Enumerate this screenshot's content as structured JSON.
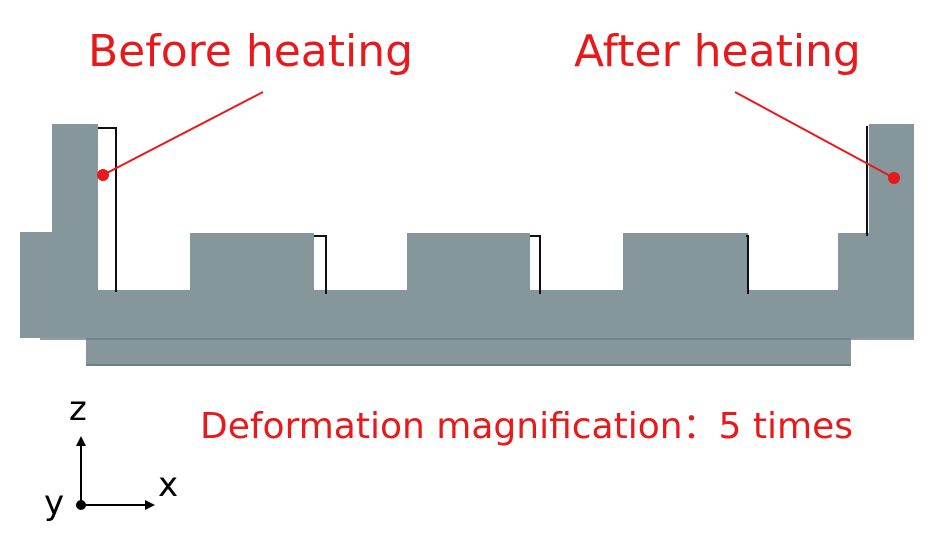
{
  "labels": {
    "before": "Before heating",
    "after": "After heating",
    "magnification": "Deformation magnification：5 times"
  },
  "axes": {
    "z": "z",
    "x": "x",
    "y": "y"
  },
  "colors": {
    "annotation": "#e8191b",
    "part_fill": "#86979c",
    "part_shadow": "#6f7f84",
    "outline": "#111111",
    "axis": "#000000"
  }
}
